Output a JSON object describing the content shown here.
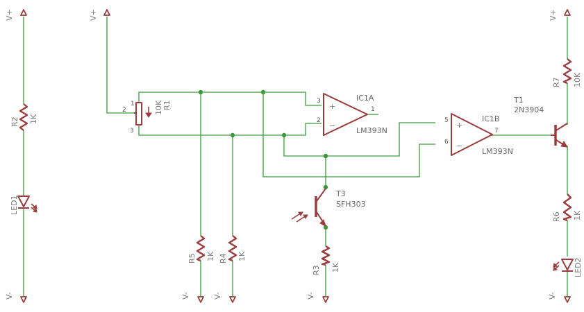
{
  "supply": {
    "pos": "V+",
    "neg": "V-"
  },
  "components": {
    "R1": {
      "name": "R1",
      "value": "10K"
    },
    "R2": {
      "name": "R2",
      "value": "1K"
    },
    "R3": {
      "name": "R3",
      "value": "1K"
    },
    "R4": {
      "name": "R4",
      "value": "1K"
    },
    "R5": {
      "name": "R5",
      "value": "1K"
    },
    "R6": {
      "name": "R6",
      "value": "1K"
    },
    "R7": {
      "name": "R7",
      "value": "10K"
    },
    "LED1": {
      "name": "LED1"
    },
    "LED2": {
      "name": "LED2"
    },
    "IC1A": {
      "name": "IC1A",
      "value": "LM393N"
    },
    "IC1B": {
      "name": "IC1B",
      "value": "LM393N"
    },
    "T1": {
      "name": "T1",
      "value": "2N3904"
    },
    "T3": {
      "name": "T3",
      "value": "SFH303"
    }
  },
  "pins": {
    "r1_1": "1",
    "r1_2": "2",
    "r1_3": "3",
    "ic1a_in_p": "3",
    "ic1a_in_n": "2",
    "ic1a_out": "1",
    "ic1b_in_p": "5",
    "ic1b_in_n": "6",
    "ic1b_out": "7",
    "plus": "+",
    "minus": "−"
  }
}
